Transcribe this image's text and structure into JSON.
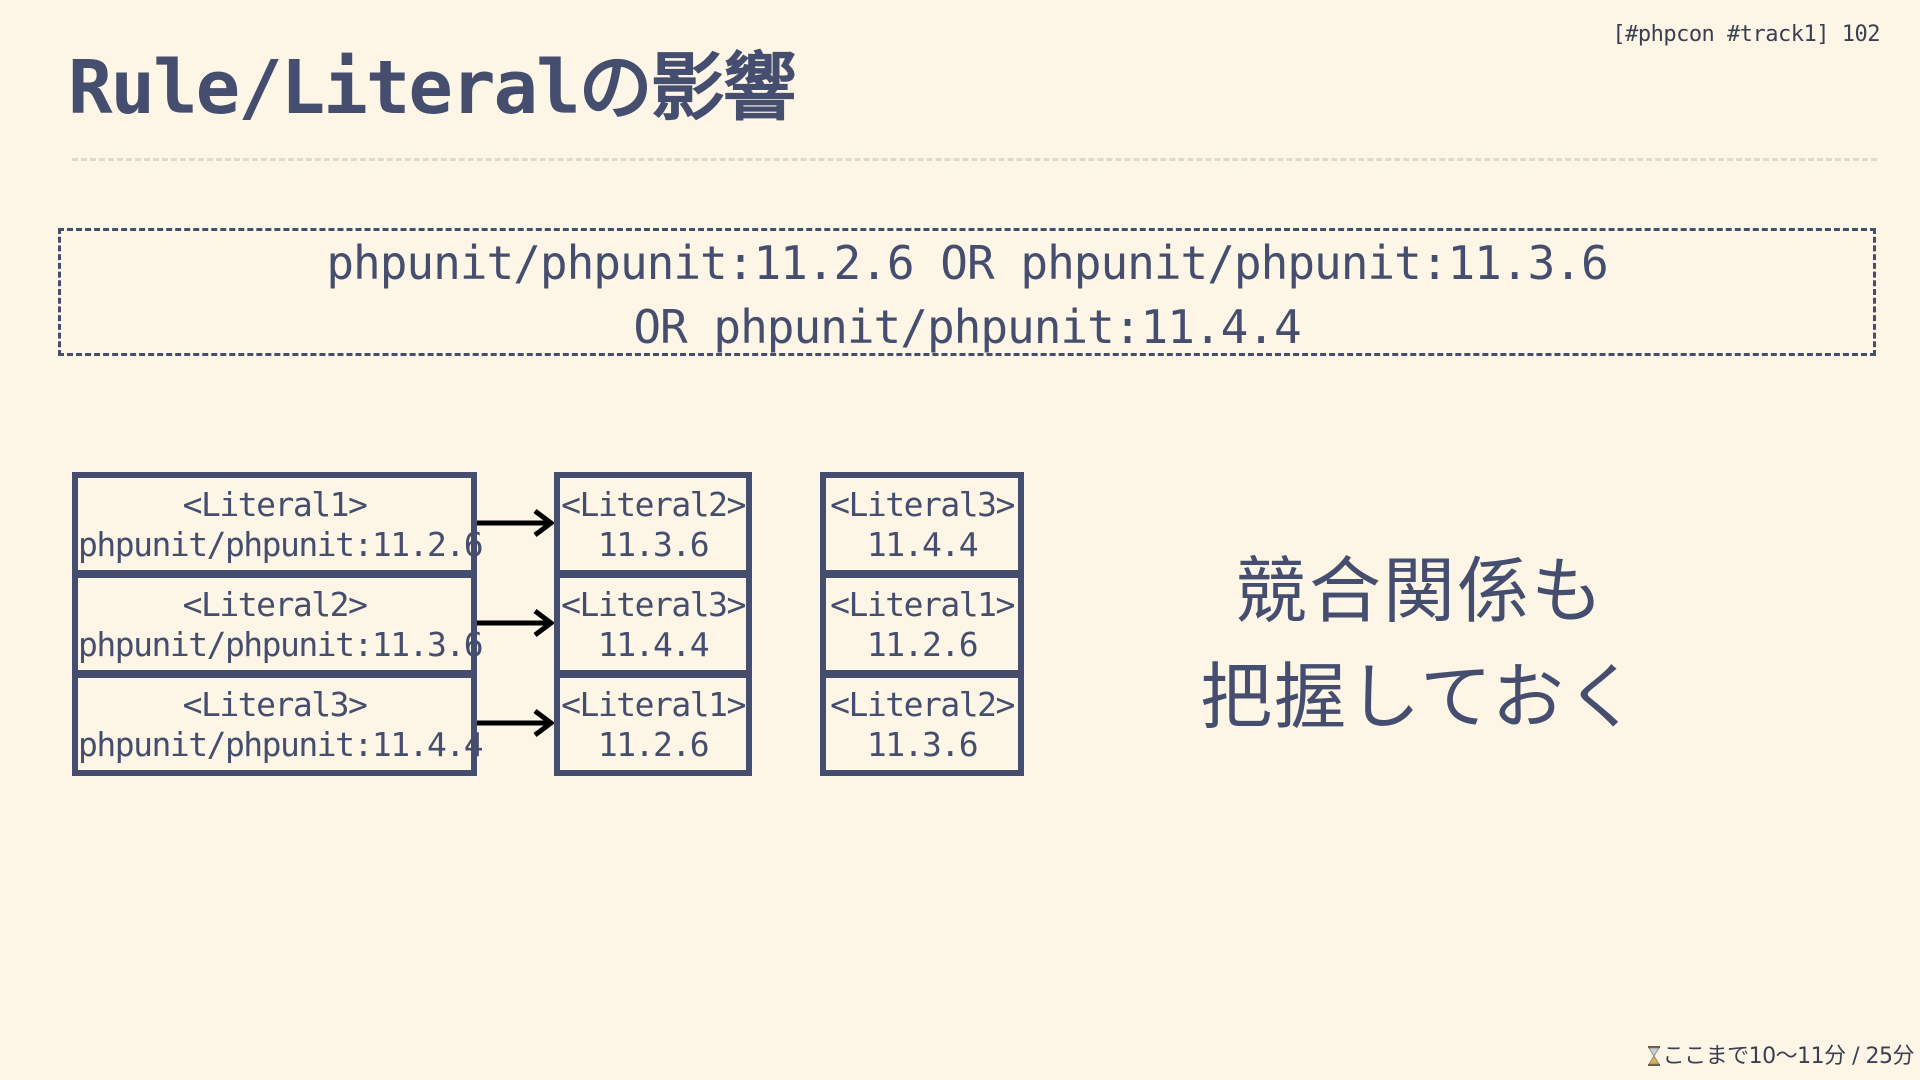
{
  "header": {
    "meta": "[#phpcon #track1] 102"
  },
  "title": "Rule/Literalの影響",
  "query": {
    "line1": "phpunit/phpunit:11.2.6 OR phpunit/phpunit:11.3.6",
    "line2": "OR phpunit/phpunit:11.4.4"
  },
  "rows": [
    {
      "left": {
        "label": "<Literal1>",
        "value": "phpunit/phpunit:11.2.6"
      },
      "right": [
        {
          "label": "<Literal2>",
          "value": "11.3.6"
        },
        {
          "label": "<Literal3>",
          "value": "11.4.4"
        }
      ]
    },
    {
      "left": {
        "label": "<Literal2>",
        "value": "phpunit/phpunit:11.3.6"
      },
      "right": [
        {
          "label": "<Literal3>",
          "value": "11.4.4"
        },
        {
          "label": "<Literal1>",
          "value": "11.2.6"
        }
      ]
    },
    {
      "left": {
        "label": "<Literal3>",
        "value": "phpunit/phpunit:11.4.4"
      },
      "right": [
        {
          "label": "<Literal1>",
          "value": "11.2.6"
        },
        {
          "label": "<Literal2>",
          "value": "11.3.6"
        }
      ]
    }
  ],
  "side_text": {
    "line1": "競合関係も",
    "line2": "把握しておく"
  },
  "footer": {
    "progress": "ここまで10〜11分 / 25分"
  },
  "colors": {
    "background": "#fdf6e6",
    "ink": "#454e6f"
  }
}
